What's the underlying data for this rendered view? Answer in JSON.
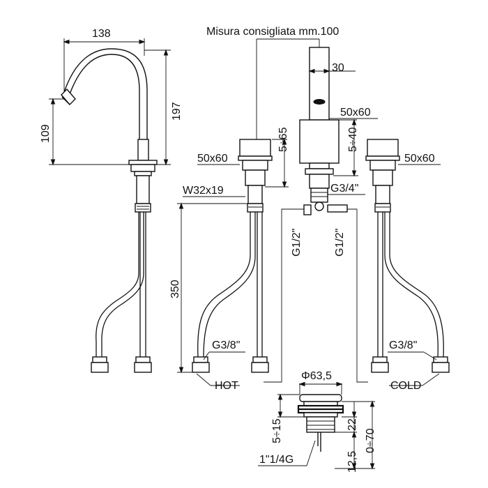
{
  "labels": {
    "spout_width": "138",
    "spout_height": "197",
    "spout_outlet_height": "109",
    "recommended_spacing": "Misura consigliata mm.100",
    "spout_tube_width": "30",
    "body_size_center": "50x60",
    "adj_left": "5÷65",
    "adj_center": "5÷40",
    "handle_left": "50x60",
    "handle_right": "50x60",
    "nut_spec": "W32x19",
    "center_thread": "G3/4\"",
    "hose_left_thread": "G1/2\"",
    "hose_right_thread": "G1/2\"",
    "hose_length": "350",
    "hot_thread": "G3/8\"",
    "cold_thread": "G3/8\"",
    "hot_label": "HOT",
    "cold_label": "COLD",
    "drain_diameter": "Φ63,5",
    "drain_adj": "5÷15",
    "drain_22": "22",
    "drain_range": "0÷70",
    "drain_12_5": "12,5",
    "drain_thread": "1\"1/4G"
  }
}
